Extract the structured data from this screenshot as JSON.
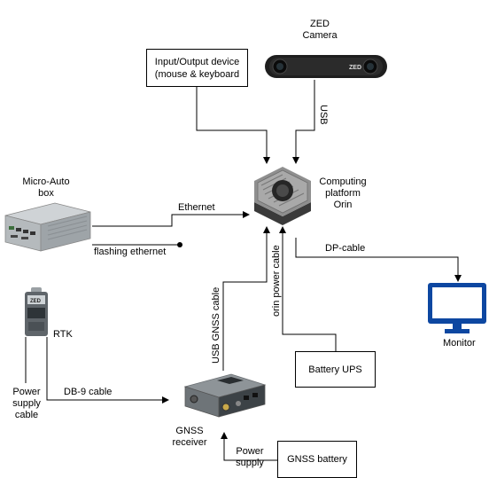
{
  "nodes": {
    "zed_camera": [
      "ZED",
      "Camera"
    ],
    "io_device": [
      "Input/Output device",
      "(mouse & keyboard"
    ],
    "computing_platform": [
      "Computing",
      "platform",
      "Orin"
    ],
    "micro_auto_box": [
      "Micro-Auto",
      "box"
    ],
    "rtk": "RTK",
    "gnss_receiver": [
      "GNSS",
      "receiver"
    ],
    "battery_ups": "Battery UPS",
    "gnss_battery": "GNSS battery",
    "monitor": "Monitor"
  },
  "edges": {
    "usb": "USB",
    "ethernet": "Ethernet",
    "flashing_ethernet": "flashing ethernet",
    "dp_cable": "DP-cable",
    "usb_gnss_cable": "USB GNSS cable",
    "orin_power_cable": "orin power cable",
    "db9_cable": "DB-9 cable",
    "power_supply_cable": [
      "Power",
      "supply",
      "cable"
    ],
    "power_supply": [
      "Power",
      "supply"
    ]
  },
  "device_text": {
    "zed_logo": "ZED",
    "rtk_logo": "ZED"
  },
  "colors": {
    "line": "#000000",
    "monitor": "#0d47a1"
  }
}
